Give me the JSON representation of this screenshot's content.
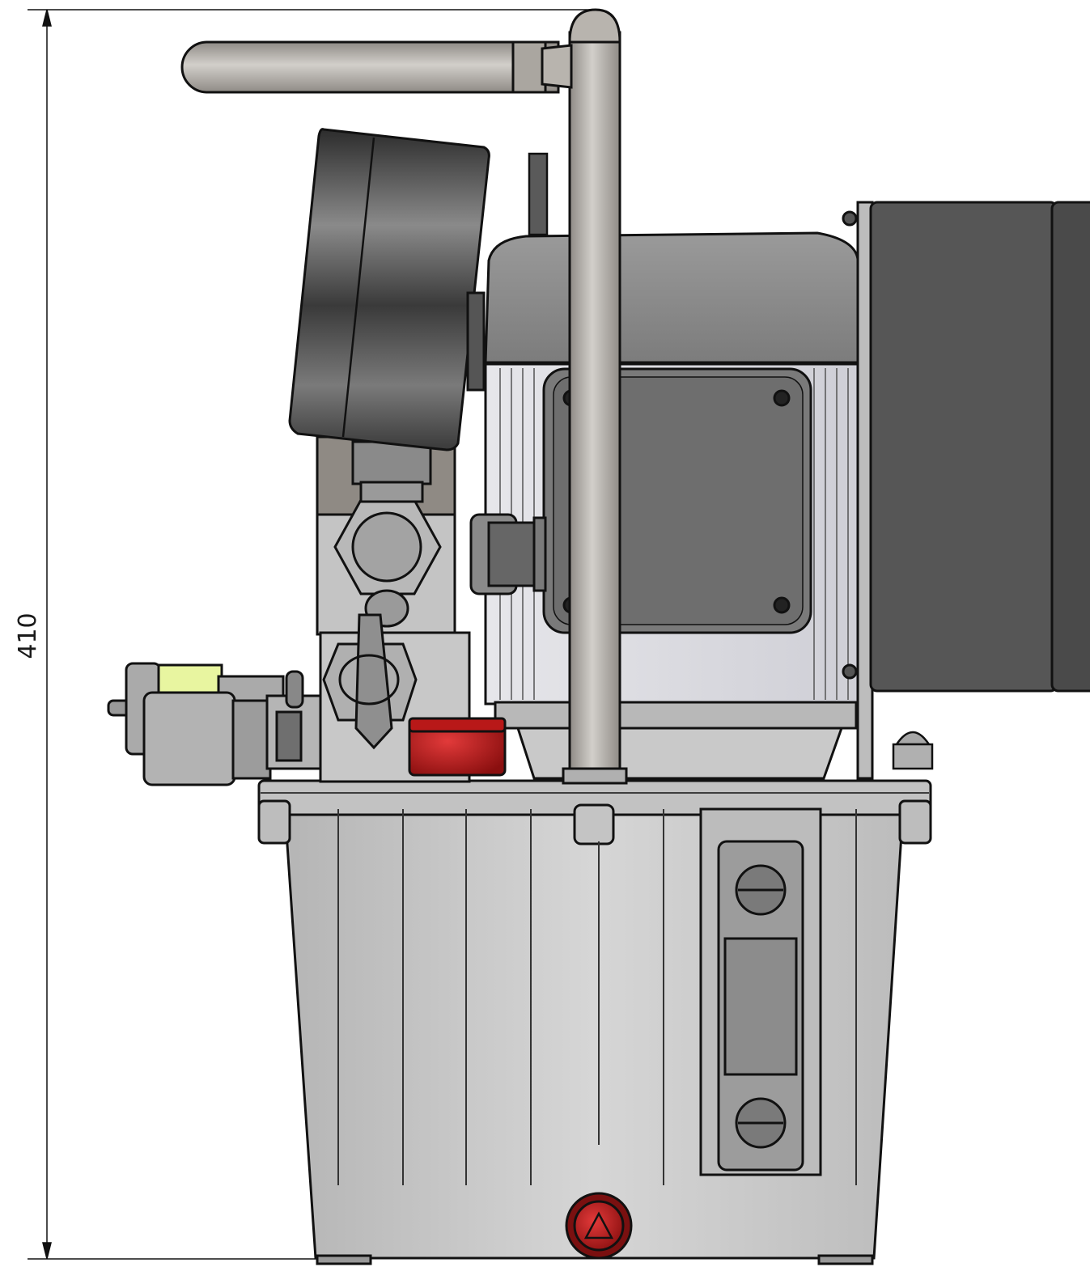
{
  "dimension": {
    "height_label": "410"
  },
  "colors": {
    "outline": "#111111",
    "tank": "#c8c8c8",
    "motor": "#8f8f8f",
    "motor_dark": "#5a5a5a",
    "electrical_box": "#4a4a4a",
    "gauge": "#4e4e4e",
    "valve_block": "#bdbdbd",
    "red_cap": "#c21a1a",
    "sight_glass_fluid": "#e8f5a0",
    "handle": "#b8b4ae"
  },
  "parts": [
    "carry-handle",
    "pressure-gauge",
    "electric-motor",
    "motor-terminal-box",
    "control-box",
    "valve-block",
    "hydraulic-coupler",
    "relief-valve",
    "red-filler-cap",
    "oil-tank",
    "level-sight-glass",
    "drain-plug"
  ]
}
